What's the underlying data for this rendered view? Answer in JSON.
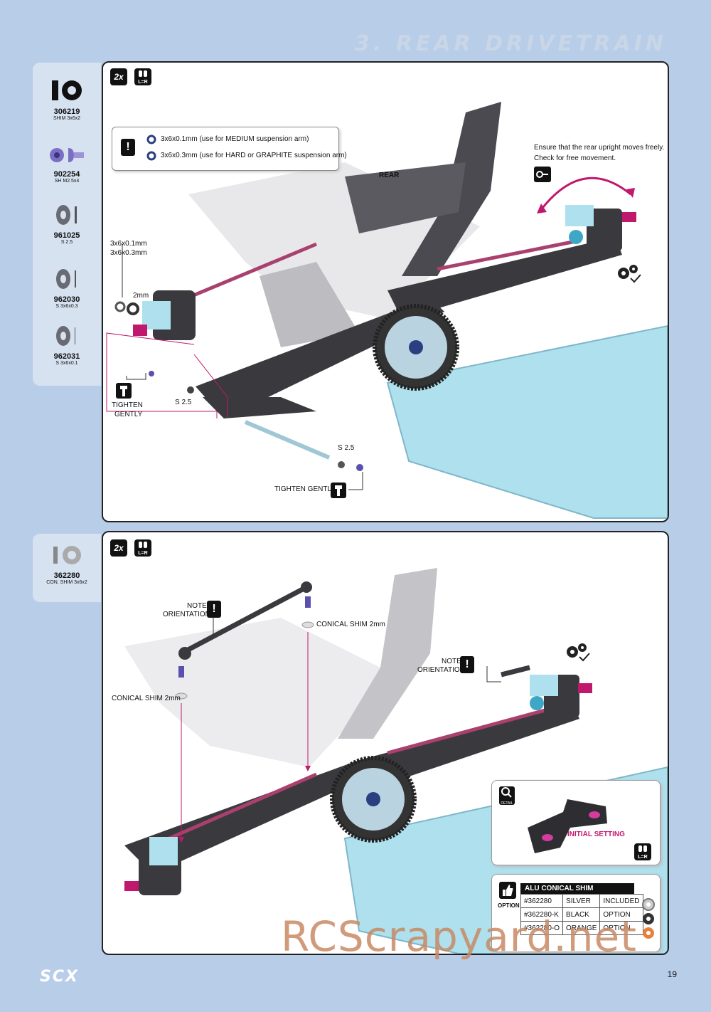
{
  "header": {
    "title": "3. REAR DRIVETRAIN"
  },
  "sidebar_top": {
    "parts": [
      {
        "code": "306219",
        "desc": "SHIM 3x6x2"
      },
      {
        "code": "902254",
        "desc": "SH M2.5x4"
      },
      {
        "code": "961025",
        "desc": "S 2.5"
      },
      {
        "code": "962030",
        "desc": "S 3x6x0.3"
      },
      {
        "code": "962031",
        "desc": "S 3x6x0.1"
      }
    ]
  },
  "sidebar_bottom": {
    "parts": [
      {
        "code": "362280",
        "desc": "CON. SHIM 3x6x2"
      }
    ]
  },
  "step1": {
    "qty": "2x",
    "lr": "L=R",
    "callout": {
      "line1": "3x6x0.1mm (use for MEDIUM suspension arm)",
      "line2": "3x6x0.3mm (use for HARD or GRAPHITE suspension arm)"
    },
    "rear_label": "REAR",
    "check_note_1": "Ensure that the rear upright moves freely.",
    "check_note_2": "Check for free movement.",
    "shim_label_1": "3x6x0.1mm",
    "shim_label_2": "3x6x0.3mm",
    "spacer_label": "2mm",
    "tighten_left": "TIGHTEN",
    "tighten_left_2": "GENTLY",
    "s25_left": "S 2.5",
    "s25_right": "S 2.5",
    "tighten_bottom": "TIGHTEN GENTLY"
  },
  "step2": {
    "qty": "2x",
    "lr": "L=R",
    "note_left_1": "NOTE",
    "note_left_2": "ORIENTATION",
    "note_right_1": "NOTE",
    "note_right_2": "ORIENTATION",
    "conical_top": "CONICAL SHIM 2mm",
    "conical_left": "CONICAL SHIM 2mm",
    "detail_label": "DETAIL",
    "initial_setting": "INITIAL SETTING",
    "detail_lr": "L=R",
    "option_label": "OPTION",
    "option_table": {
      "title": "ALU CONICAL SHIM",
      "rows": [
        [
          "#362280",
          "SILVER",
          "INCLUDED"
        ],
        [
          "#362280-K",
          "BLACK",
          "OPTION"
        ],
        [
          "#362280-O",
          "ORANGE",
          "OPTION"
        ]
      ]
    }
  },
  "footer": {
    "page": "19",
    "brand": "SCX"
  },
  "watermark": "RCScrapyard.net",
  "colors": {
    "background": "#b8cde8",
    "accent": "#c0186c",
    "part_blue": "#aee0ee",
    "dark_part": "#3a3a3e"
  }
}
